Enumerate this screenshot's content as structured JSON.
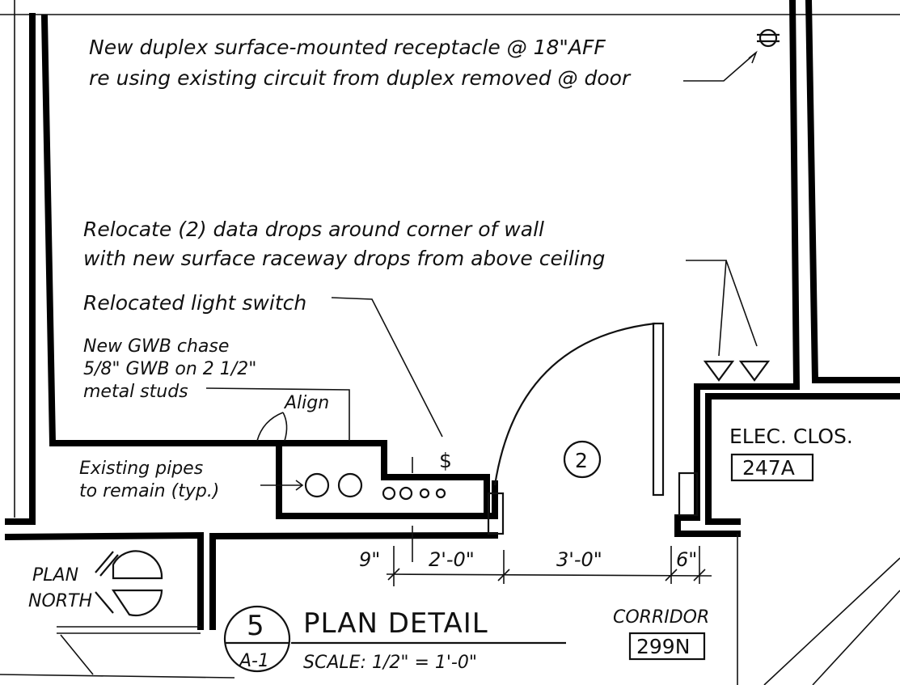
{
  "notes": {
    "receptacle_line1": "New duplex surface-mounted receptacle @ 18\"AFF",
    "receptacle_line2": "re using existing circuit from duplex removed @ door",
    "data_line1": "Relocate (2) data drops around corner of wall",
    "data_line2": "with new surface raceway drops from above ceiling",
    "light_switch": "Relocated light switch",
    "chase_line1": "New GWB chase",
    "chase_line2": "5/8\" GWB on 2 1/2\"",
    "chase_line3": "metal studs",
    "align": "Align",
    "pipes_line1": "Existing pipes",
    "pipes_line2": "to remain (typ.)",
    "switch_symbol": "$"
  },
  "dimensions": {
    "d1": "9\"",
    "d2": "2'-0\"",
    "d3": "3'-0\"",
    "d4": "6\""
  },
  "rooms": {
    "elec_label": "ELEC. CLOS.",
    "elec_number": "247A",
    "corridor_label": "CORRIDOR",
    "corridor_number": "299N",
    "door_tag": "2"
  },
  "north": {
    "line1": "PLAN",
    "line2": "NORTH"
  },
  "title_block": {
    "detail_number": "5",
    "sheet_number": "A-1",
    "title": "PLAN DETAIL",
    "scale": "SCALE: 1/2\" = 1'-0\""
  }
}
